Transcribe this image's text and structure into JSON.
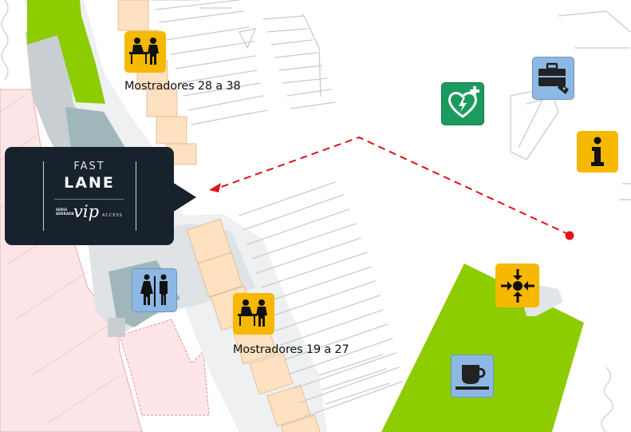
{
  "map": {
    "route_color": "#e3111b",
    "colors": {
      "green_area": "#8ccc00",
      "counter_area": "#fde1c0",
      "restricted_area": "#fbe5e7",
      "building_grey": "#c9ced2",
      "building_teal": "#9fb7ba",
      "info_yellow": "#f6b800",
      "service_blue": "#8db8e3",
      "aed_green": "#1b9b5e"
    }
  },
  "fast_lane": {
    "line1": "FAST",
    "line2": "LANE",
    "brand_line1": "SERGI",
    "brand_line2": "ADEKADA",
    "vip": "vip",
    "access": "ACCESS"
  },
  "labels": {
    "counters_top": "Mostradores 28 a 38",
    "counters_bottom": "Mostradores 19 a 27"
  },
  "pois": [
    {
      "icon": "check-in-counter-icon",
      "color": "yellow"
    },
    {
      "icon": "check-in-counter-icon",
      "color": "yellow"
    },
    {
      "icon": "defibrillator-icon",
      "color": "green"
    },
    {
      "icon": "lost-luggage-icon",
      "color": "blue"
    },
    {
      "icon": "information-icon",
      "color": "yellow"
    },
    {
      "icon": "restrooms-icon",
      "color": "blue"
    },
    {
      "icon": "meeting-point-icon",
      "color": "yellow"
    },
    {
      "icon": "cafe-icon",
      "color": "blue"
    }
  ]
}
